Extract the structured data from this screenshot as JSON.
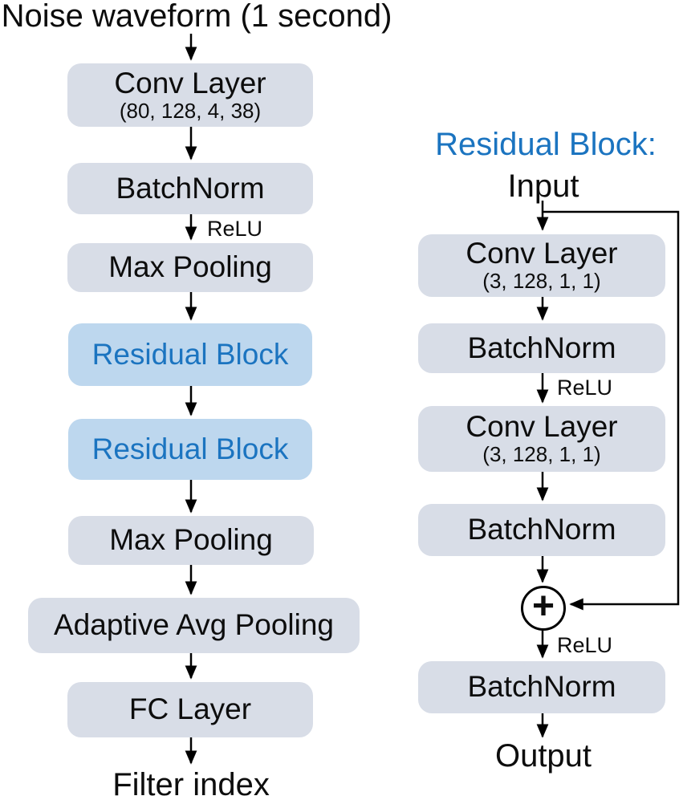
{
  "colors": {
    "background": "#ffffff",
    "box-fill": "#d8dde7",
    "residual-fill": "#bdd7ee",
    "accent-blue": "#1b74c0",
    "text": "#0d0d0d",
    "arrow": "#000000"
  },
  "main_network": {
    "input_label": "Noise waveform (1 second)",
    "relu_label": "ReLU",
    "output_label": "Filter index",
    "boxes": [
      {
        "label": "Conv Layer",
        "params": "(80, 128, 4, 38)"
      },
      {
        "label": "BatchNorm"
      },
      {
        "label": "Max Pooling"
      },
      {
        "label": "Residual Block"
      },
      {
        "label": "Residual Block"
      },
      {
        "label": "Max Pooling"
      },
      {
        "label": "Adaptive Avg Pooling"
      },
      {
        "label": "FC Layer"
      }
    ]
  },
  "residual_block_detail": {
    "title": "Residual Block:",
    "input_label": "Input",
    "output_label": "Output",
    "sum_symbol": "+",
    "relu_after_batchnorm1": "ReLU",
    "relu_after_sum": "ReLU",
    "boxes": [
      {
        "label": "Conv Layer",
        "params": "(3, 128, 1, 1)"
      },
      {
        "label": "BatchNorm"
      },
      {
        "label": "Conv Layer",
        "params": "(3, 128, 1, 1)"
      },
      {
        "label": "BatchNorm"
      },
      {
        "label": "BatchNorm"
      }
    ]
  }
}
